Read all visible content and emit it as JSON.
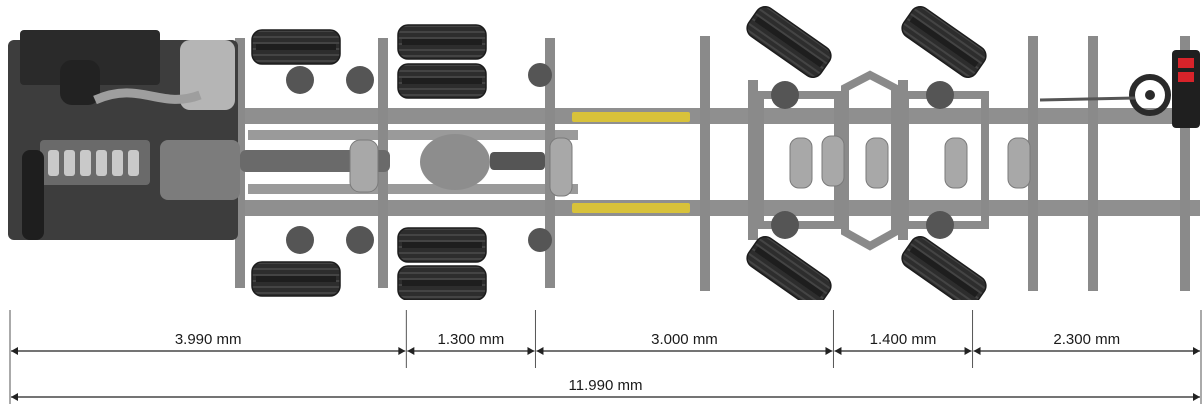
{
  "dimensions": {
    "segments": [
      {
        "label": "3.990 mm",
        "value_mm": 3990
      },
      {
        "label": "1.300 mm",
        "value_mm": 1300
      },
      {
        "label": "3.000 mm",
        "value_mm": 3000
      },
      {
        "label": "1.400 mm",
        "value_mm": 1400
      },
      {
        "label": "2.300 mm",
        "value_mm": 2300
      }
    ],
    "total": {
      "label": "11.990 mm",
      "value_mm": 11990
    }
  },
  "colors": {
    "frame": "#8f8f8f",
    "frame_dark": "#6e6e6e",
    "tyre": "#2b2b2b",
    "tyre_tread": "#3f3f3f",
    "extension_bar": "#d8c23a",
    "engine": "#4a4a4a",
    "tank": "#a8a8a8",
    "dimension_line": "#222222"
  }
}
